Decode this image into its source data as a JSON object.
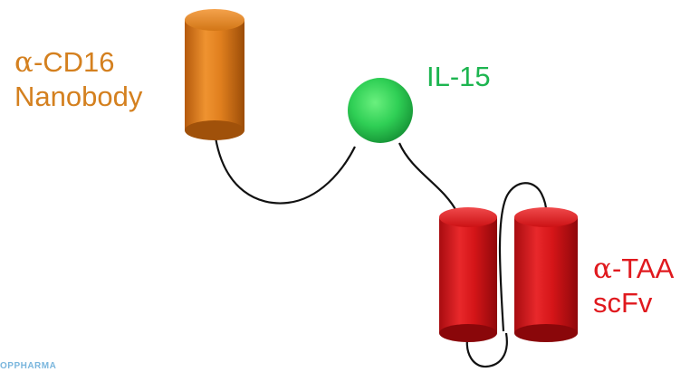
{
  "labels": {
    "cd16": {
      "greek": "α",
      "line1_rest": "-CD16",
      "line2": "Nanobody",
      "color": "#d4801f"
    },
    "il15": {
      "text": "IL-15",
      "color": "#1db550"
    },
    "taa": {
      "greek": "α",
      "line1_rest": "-TAA",
      "line2": "scFv",
      "color": "#e0191e"
    }
  },
  "logo_fragment": "OPPHARMA",
  "colors": {
    "nanobody": "#d97b1e",
    "il15_sphere": "#2fcf55",
    "scfv": "#d51518",
    "linker": "#111111"
  }
}
